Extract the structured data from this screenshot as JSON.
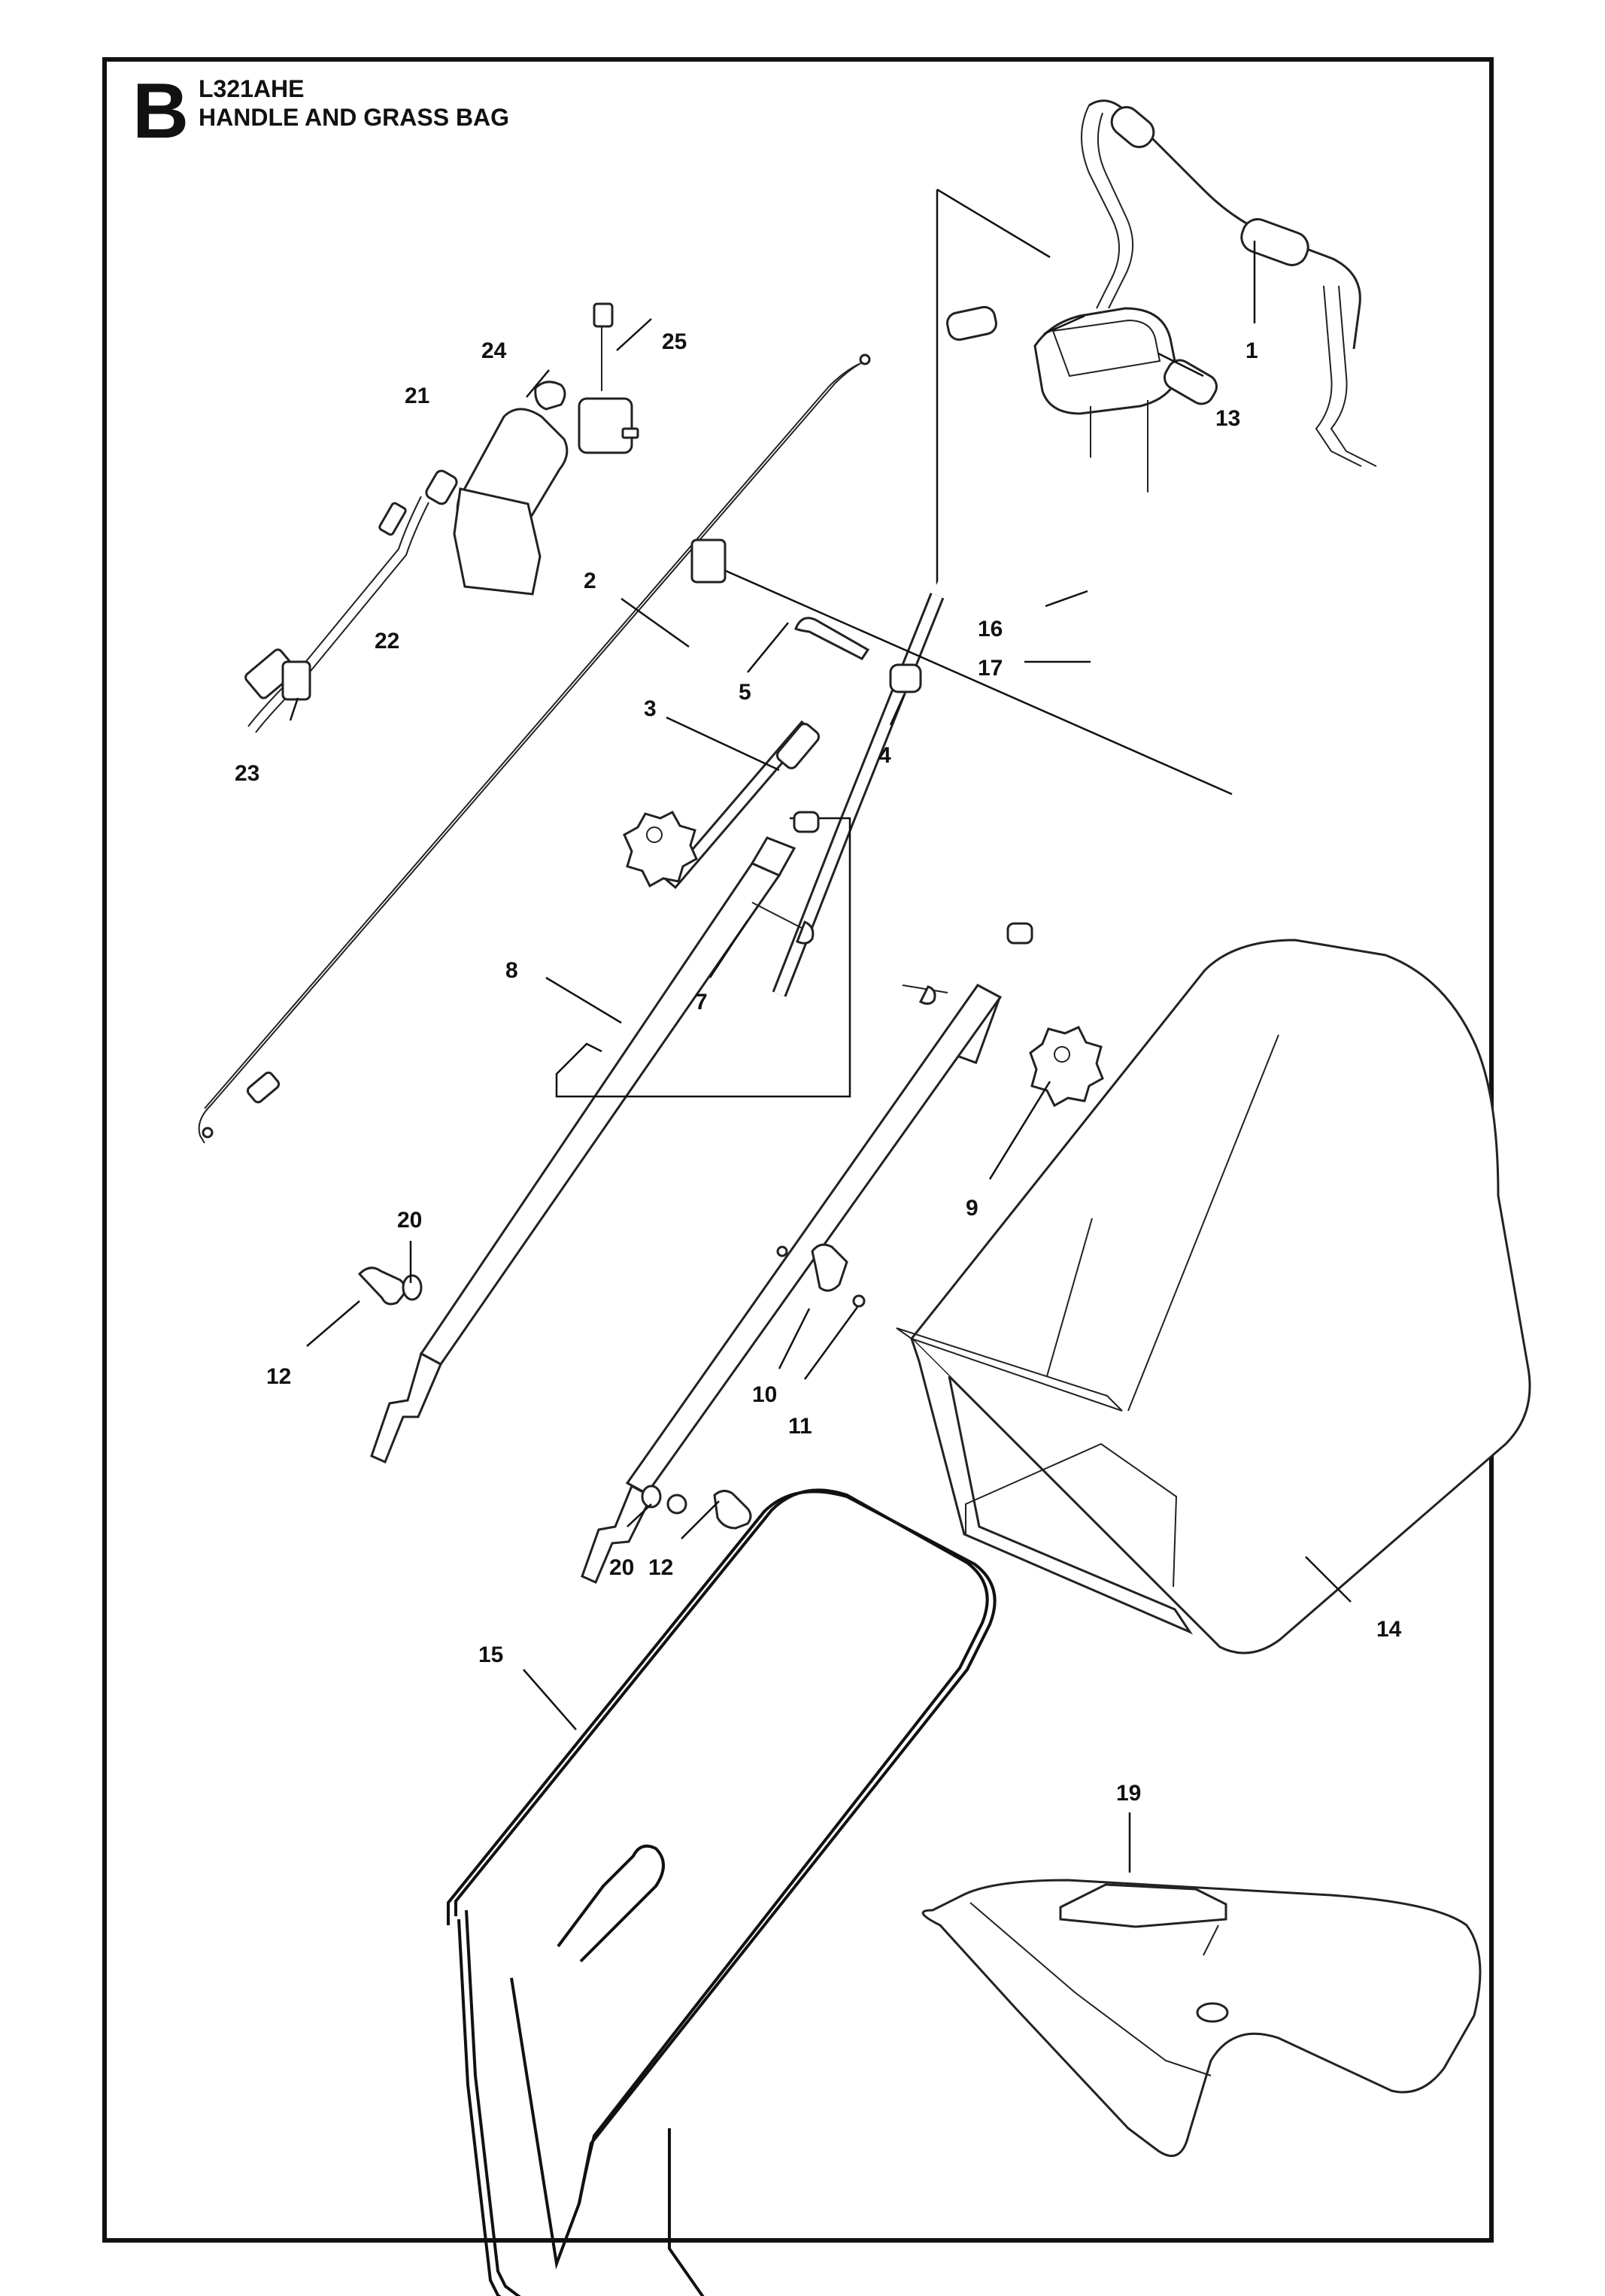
{
  "header": {
    "section_letter": "B",
    "model": "L321AHE",
    "title": "HANDLE AND GRASS BAG"
  },
  "parts": [
    {
      "id": "p1",
      "label": "1",
      "icon": "upper-handle-icon"
    },
    {
      "id": "p2",
      "label": "2",
      "icon": "control-cable-icon"
    },
    {
      "id": "p3",
      "label": "3",
      "icon": "cable-guide-icon"
    },
    {
      "id": "p4",
      "label": "4",
      "icon": "cable-clip-icon"
    },
    {
      "id": "p5",
      "label": "5",
      "icon": "clip-icon"
    },
    {
      "id": "p7",
      "label": "7",
      "icon": "bolt-icon"
    },
    {
      "id": "p8",
      "label": "8",
      "icon": "lower-handle-kit-icon"
    },
    {
      "id": "p9",
      "label": "9",
      "icon": "star-knob-icon"
    },
    {
      "id": "p10",
      "label": "10",
      "icon": "rope-guide-icon"
    },
    {
      "id": "p11",
      "label": "11",
      "icon": "screw-icon"
    },
    {
      "id": "p12a",
      "label": "12",
      "icon": "wing-knob-icon"
    },
    {
      "id": "p12b",
      "label": "12",
      "icon": "wing-knob-icon"
    },
    {
      "id": "p13",
      "label": "13",
      "icon": "control-box-icon"
    },
    {
      "id": "p14",
      "label": "14",
      "icon": "grass-bag-icon"
    },
    {
      "id": "p15",
      "label": "15",
      "icon": "bag-frame-icon"
    },
    {
      "id": "p16",
      "label": "16",
      "icon": "bracket-icon"
    },
    {
      "id": "p17",
      "label": "17",
      "icon": "screw-icon"
    },
    {
      "id": "p19",
      "label": "19",
      "icon": "mulch-plug-icon"
    },
    {
      "id": "p20a",
      "label": "20",
      "icon": "washer-icon"
    },
    {
      "id": "p20b",
      "label": "20",
      "icon": "washer-icon"
    },
    {
      "id": "p21",
      "label": "21",
      "icon": "battery-icon"
    },
    {
      "id": "p22",
      "label": "22",
      "icon": "wire-harness-icon"
    },
    {
      "id": "p23",
      "label": "23",
      "icon": "connector-icon"
    },
    {
      "id": "p24",
      "label": "24",
      "icon": "key-icon"
    },
    {
      "id": "p25",
      "label": "25",
      "icon": "charger-icon"
    }
  ]
}
